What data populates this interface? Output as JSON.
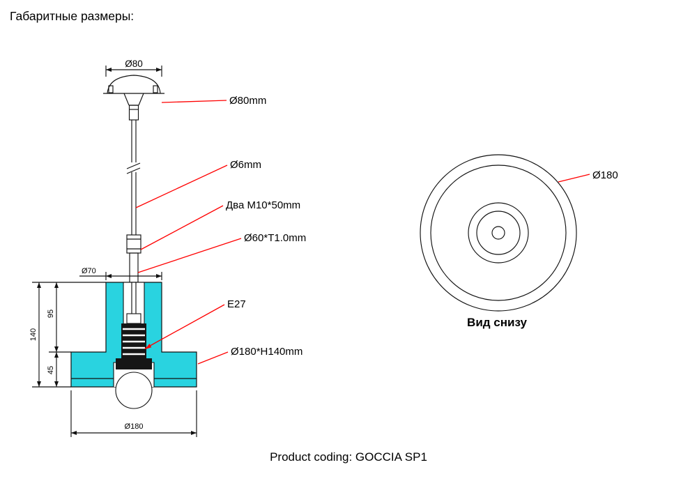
{
  "page": {
    "title": "Габаритные размеры:",
    "product_coding": "Product coding: GOCCIA SP1"
  },
  "colors": {
    "body_cyan": "#29d3e0",
    "leader_red": "#ff0000",
    "line_black": "#111111"
  },
  "side_view": {
    "callouts": {
      "canopy": "Ø80mm",
      "cable": "Ø6mm",
      "screws": "Два M10*50mm",
      "tube": "Ø60*T1.0mm",
      "socket": "E27",
      "shade": "Ø180*H140mm"
    },
    "dimensions": {
      "canopy_diameter": "Ø80",
      "body_diameter": "Ø70",
      "total_height": "140",
      "body_height": "95",
      "shade_height": "45",
      "shade_diameter": "Ø180"
    }
  },
  "bottom_view": {
    "caption": "Вид снизу",
    "diameter": "Ø180"
  }
}
